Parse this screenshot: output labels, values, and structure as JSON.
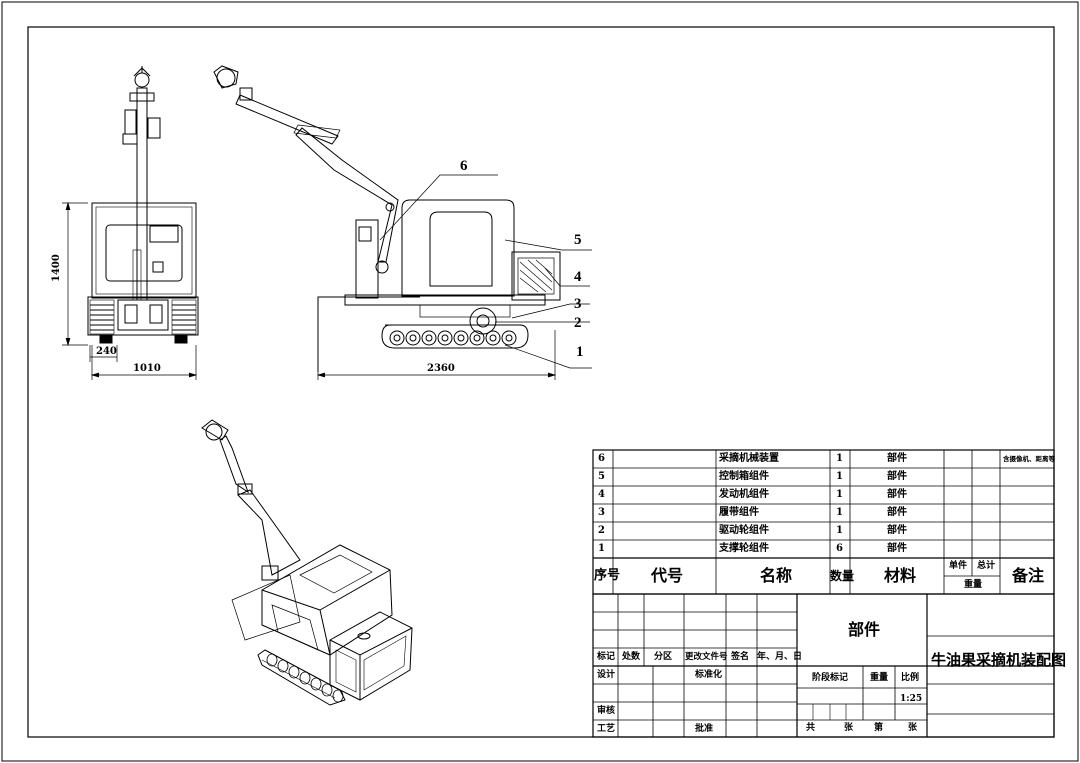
{
  "dimensions": {
    "height": "1400",
    "width_front": "1010",
    "track_width": "240",
    "length_side": "2360"
  },
  "callouts": [
    "1",
    "2",
    "3",
    "4",
    "5",
    "6"
  ],
  "parts": [
    {
      "seq": "6",
      "code": "",
      "name": "采摘机械装置",
      "qty": "1",
      "material": "部件",
      "note": "含摄像机、距离等"
    },
    {
      "seq": "5",
      "code": "",
      "name": "控制箱组件",
      "qty": "1",
      "material": "部件",
      "note": ""
    },
    {
      "seq": "4",
      "code": "",
      "name": "发动机组件",
      "qty": "1",
      "material": "部件",
      "note": ""
    },
    {
      "seq": "3",
      "code": "",
      "name": "履带组件",
      "qty": "1",
      "material": "部件",
      "note": ""
    },
    {
      "seq": "2",
      "code": "",
      "name": "驱动轮组件",
      "qty": "1",
      "material": "部件",
      "note": ""
    },
    {
      "seq": "1",
      "code": "",
      "name": "支撑轮组件",
      "qty": "6",
      "material": "部件",
      "note": ""
    }
  ],
  "bom_header": {
    "seq": "序号",
    "code": "代号",
    "name": "名称",
    "qty": "数量",
    "material": "材料",
    "unit": "单件",
    "total": "总计",
    "weight": "重量",
    "note": "备注"
  },
  "title_block": {
    "mark": "标记",
    "count": "处数",
    "zone": "分区",
    "doc_no": "更改文件号",
    "sign": "签名",
    "date": "年、月、日",
    "design": "设计",
    "standardize": "标准化",
    "review": "审核",
    "process": "工艺",
    "approve": "批准",
    "stage_mark": "阶段标记",
    "weight": "重量",
    "scale": "比例",
    "scale_value": "1:25",
    "total_sheets": "共",
    "sheets": "张",
    "sheet_no": "第",
    "sheet_unit": "张",
    "part_label": "部件",
    "drawing_title": "牛油果采摘机装配图"
  }
}
